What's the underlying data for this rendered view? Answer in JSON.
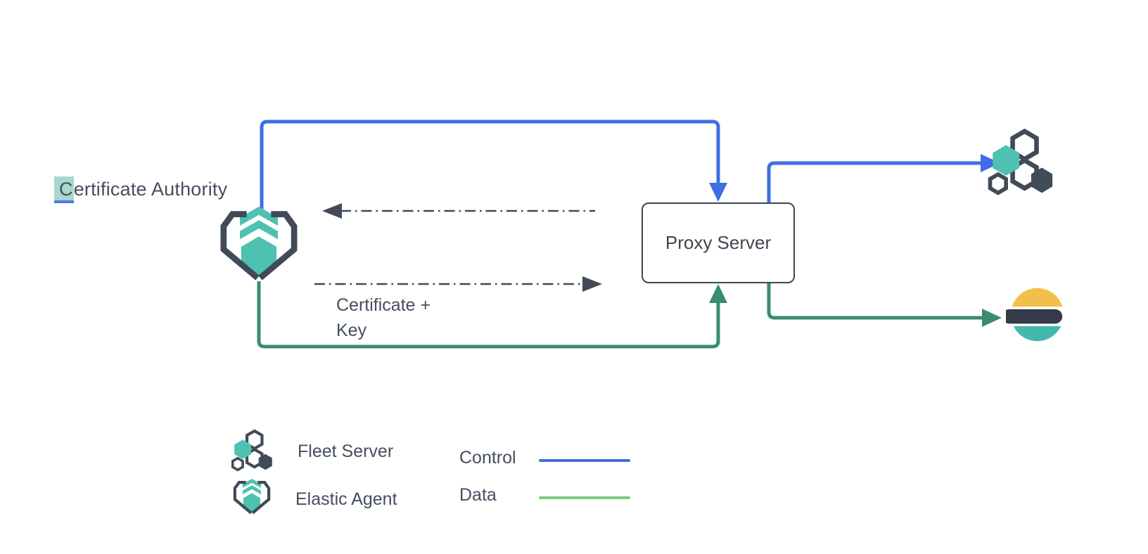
{
  "diagram": {
    "nodes": {
      "certificate_authority": {
        "label_highlight": "C",
        "label_rest": "ertificate Authority"
      },
      "elastic_agent": {
        "icon": "elastic-agent-icon"
      },
      "proxy_server": {
        "label": "Proxy Server"
      },
      "fleet_server": {
        "icon": "fleet-server-icon"
      },
      "elasticsearch": {
        "icon": "elasticsearch-logo-icon"
      }
    },
    "edge_labels": {
      "certificate_key": [
        "Certificate +",
        "Key"
      ]
    }
  },
  "legend": {
    "items": [
      {
        "icon": "fleet-server-icon",
        "label": "Fleet Server"
      },
      {
        "icon": "elastic-agent-icon",
        "label": "Elastic Agent"
      }
    ],
    "lines": [
      {
        "label": "Control",
        "color": "#3d6ee3"
      },
      {
        "label": "Data",
        "color": "#7dc87e"
      }
    ]
  },
  "colors": {
    "control_blue": "#3d6ee3",
    "data_green_connector": "#3a8b74",
    "data_green_legend": "#7dc87e",
    "icon_teal": "#4ec1b1",
    "icon_dark_slate": "#414a57",
    "text_dark": "#454e5e",
    "dashed_edge": "#424a56",
    "elastic_yellow": "#f2c04a",
    "elastic_teal": "#43b9ad",
    "elastic_dark": "#353b49",
    "highlight_teal": "#a9d7cd",
    "highlight_underline_blue": "#4a7ce8"
  }
}
